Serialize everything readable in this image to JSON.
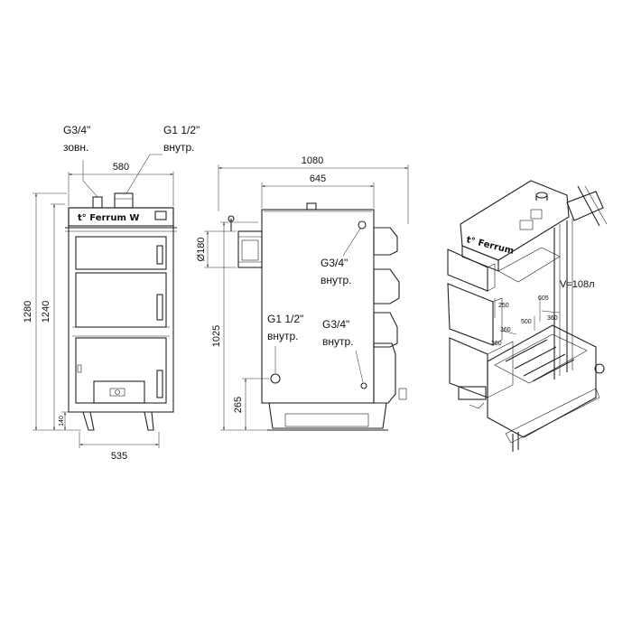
{
  "front_view": {
    "outlet_top_label": [
      "G3/4\"",
      "зовн."
    ],
    "outlet_right_label": [
      "G1 1/2\"",
      "внутр."
    ],
    "dim_top_width": "580",
    "dim_bottom_width": "535",
    "dim_total_height": "1280",
    "dim_body_height": "1240",
    "dim_leg_height": "140",
    "brand_logo_text": "t° Ferrum W"
  },
  "side_view": {
    "dim_total_depth": "1080",
    "dim_body_depth": "645",
    "dim_flue_diameter": "Ø180",
    "dim_return_height": "1025",
    "dim_drain_height": "265",
    "label_top_right_port": [
      "G3/4\"",
      "внутр."
    ],
    "label_bottom_left_port": [
      "G1 1/2\"",
      "внутр."
    ],
    "label_bottom_right_port": [
      "G3/4\"",
      "внутр."
    ]
  },
  "iso_view": {
    "volume_label": "V=108л",
    "dim_250": "250",
    "dim_605": "605",
    "dim_500": "500",
    "dim_360_upper": "360",
    "dim_360_lower": "360",
    "dim_360_right": "360",
    "brand_logo_text": "t° Ferrum"
  }
}
